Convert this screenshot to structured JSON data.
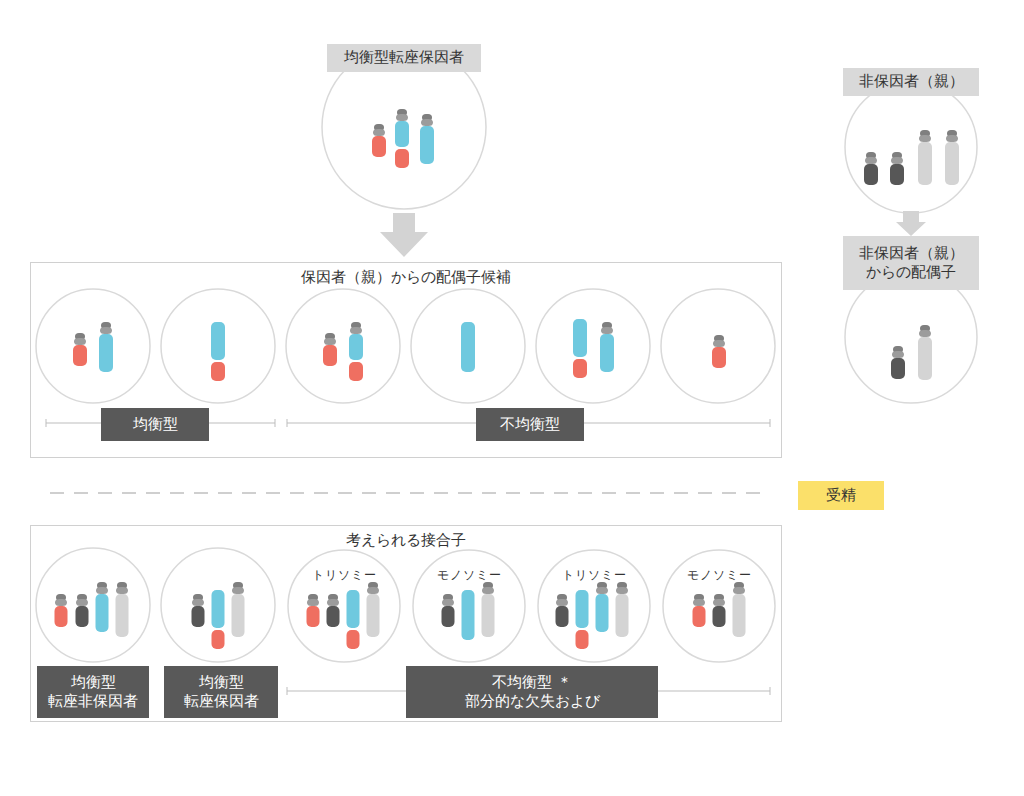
{
  "diagram": {
    "nodes": [
      {
        "text": [
          "均衡型転座保因者"
        ]
      },
      {
        "text": [
          "非保因者（親）"
        ]
      },
      {
        "text": [
          "保因者（親）からの配偶子候補"
        ]
      },
      {
        "text": [
          "均衡型"
        ],
        "in": 2
      },
      {
        "text": [
          "不均衡型"
        ],
        "in": 2
      },
      {
        "text": [
          "非保因者（親） からの配偶子"
        ]
      },
      {
        "text": [
          "受精"
        ]
      },
      {
        "text": [
          "考えられる接合子"
        ]
      },
      {
        "text": [
          "トリソミー"
        ],
        "in": 7
      },
      {
        "text": [
          "モノソミー"
        ],
        "in": 7
      },
      {
        "text": [
          "トリソミー"
        ],
        "in": 7
      },
      {
        "text": [
          "モノソミー"
        ],
        "in": 7
      },
      {
        "text": [
          "均衡型 転座非保因者"
        ],
        "in": 7
      },
      {
        "text": [
          "均衡型 転座保因者"
        ],
        "in": 7
      },
      {
        "text": [
          "不均衡型 ＊部分的な欠失および"
        ],
        "in": 7
      }
    ],
    "edges": [
      {
        "from": 0,
        "to": 2,
        "arrow": "to"
      },
      {
        "from": 1,
        "to": 5,
        "arrow": "to"
      }
    ]
  }
}
